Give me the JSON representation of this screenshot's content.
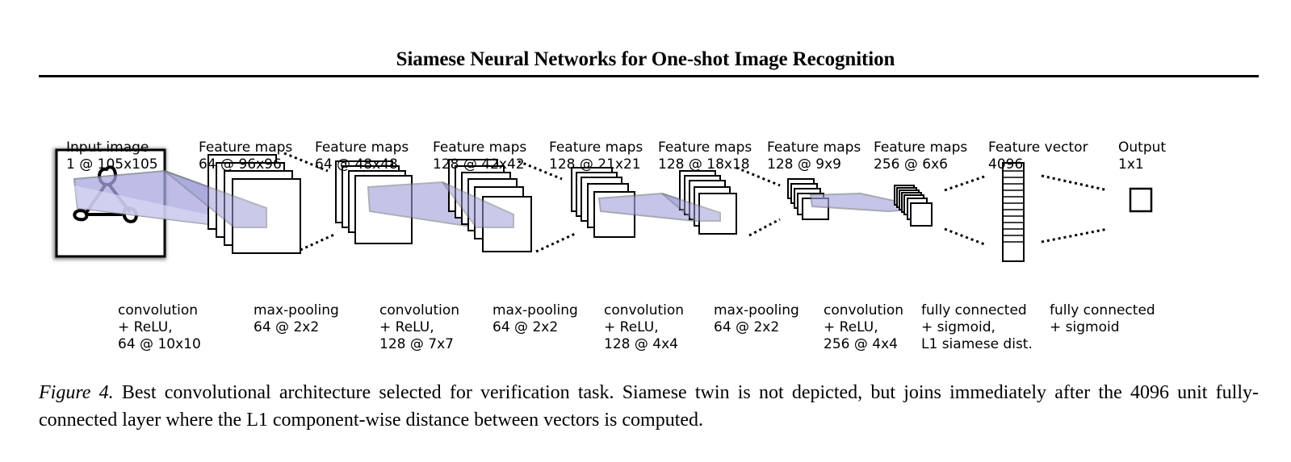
{
  "header": {
    "title": "Siamese Neural Networks for One-shot Image Recognition"
  },
  "figure": {
    "top_labels": [
      {
        "line1": "Input image",
        "line2": "1 @ 105x105"
      },
      {
        "line1": "Feature maps",
        "line2": "64 @ 96x96"
      },
      {
        "line1": "Feature maps",
        "line2": "64 @ 48x48"
      },
      {
        "line1": "Feature maps",
        "line2": "128 @ 42x42"
      },
      {
        "line1": "Feature maps",
        "line2": "128 @ 21x21"
      },
      {
        "line1": "Feature maps",
        "line2": "128 @ 18x18"
      },
      {
        "line1": "Feature maps",
        "line2": "128 @ 9x9"
      },
      {
        "line1": "Feature maps",
        "line2": "256 @ 6x6"
      },
      {
        "line1": "Feature vector",
        "line2": "4096"
      },
      {
        "line1": "Output",
        "line2": "1x1"
      }
    ],
    "bottom_labels": [
      {
        "line1": "convolution",
        "line2": "+ ReLU,",
        "line3": "64 @ 10x10"
      },
      {
        "line1": "max-pooling",
        "line2": "64 @ 2x2",
        "line3": ""
      },
      {
        "line1": "convolution",
        "line2": "+ ReLU,",
        "line3": "128 @ 7x7"
      },
      {
        "line1": "max-pooling",
        "line2": "64 @ 2x2",
        "line3": ""
      },
      {
        "line1": "convolution",
        "line2": "+ ReLU,",
        "line3": "128 @ 4x4"
      },
      {
        "line1": "max-pooling",
        "line2": "64 @ 2x2",
        "line3": ""
      },
      {
        "line1": "convolution",
        "line2": "+ ReLU,",
        "line3": "256 @ 4x4"
      },
      {
        "line1": "fully connected",
        "line2": "+ sigmoid,",
        "line3": "L1 siamese dist."
      },
      {
        "line1": "fully connected",
        "line2": "+ sigmoid",
        "line3": ""
      }
    ],
    "colors": {
      "kernel_fill": "#8f8fd8",
      "kernel_stroke": "#7a7a8a",
      "map_stroke": "#000000",
      "map_fill": "#ffffff"
    }
  },
  "caption": {
    "label": "Figure 4.",
    "text": " Best convolutional architecture selected for verification task.  Siamese twin is not depicted, but joins immediately after the 4096 unit fully-connected layer where the L1 component-wise distance between vectors is computed."
  }
}
